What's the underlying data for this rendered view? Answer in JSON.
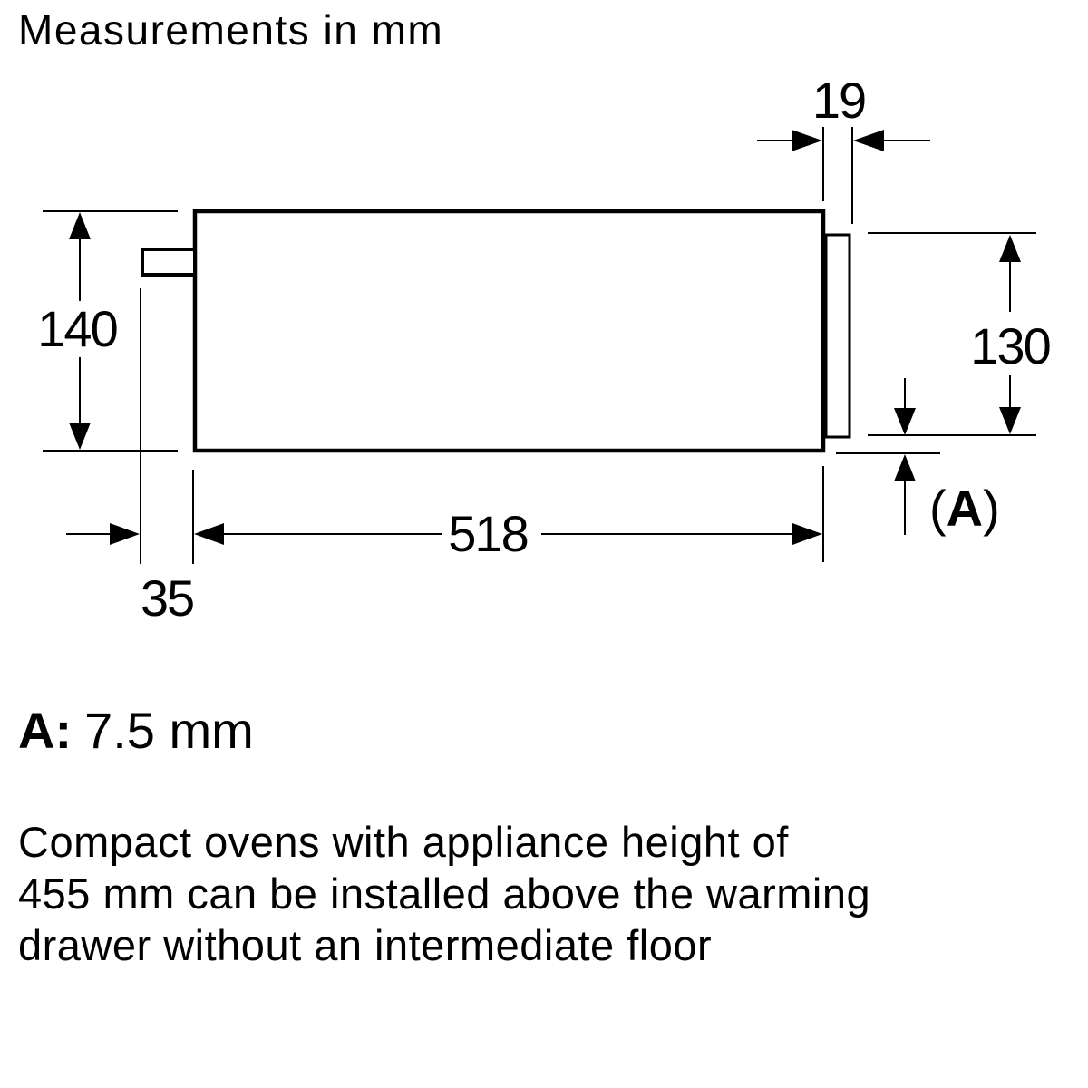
{
  "title": "Measurements in mm",
  "diagram": {
    "dims": {
      "panel_thickness": "19",
      "body_height": "140",
      "panel_height": "130",
      "body_width": "518",
      "rear_offset": "35",
      "gap": {
        "paren_open": "(",
        "letter": "A",
        "paren_close": ")"
      }
    }
  },
  "note": {
    "label": "A:",
    "value": "7.5 mm"
  },
  "description": {
    "lines": [
      "Compact ovens with appliance height of",
      "455 mm can be installed above the warming",
      "drawer without an intermediate floor"
    ]
  },
  "colors": {
    "line": "#000000",
    "text": "#000000",
    "background": "#ffffff"
  }
}
